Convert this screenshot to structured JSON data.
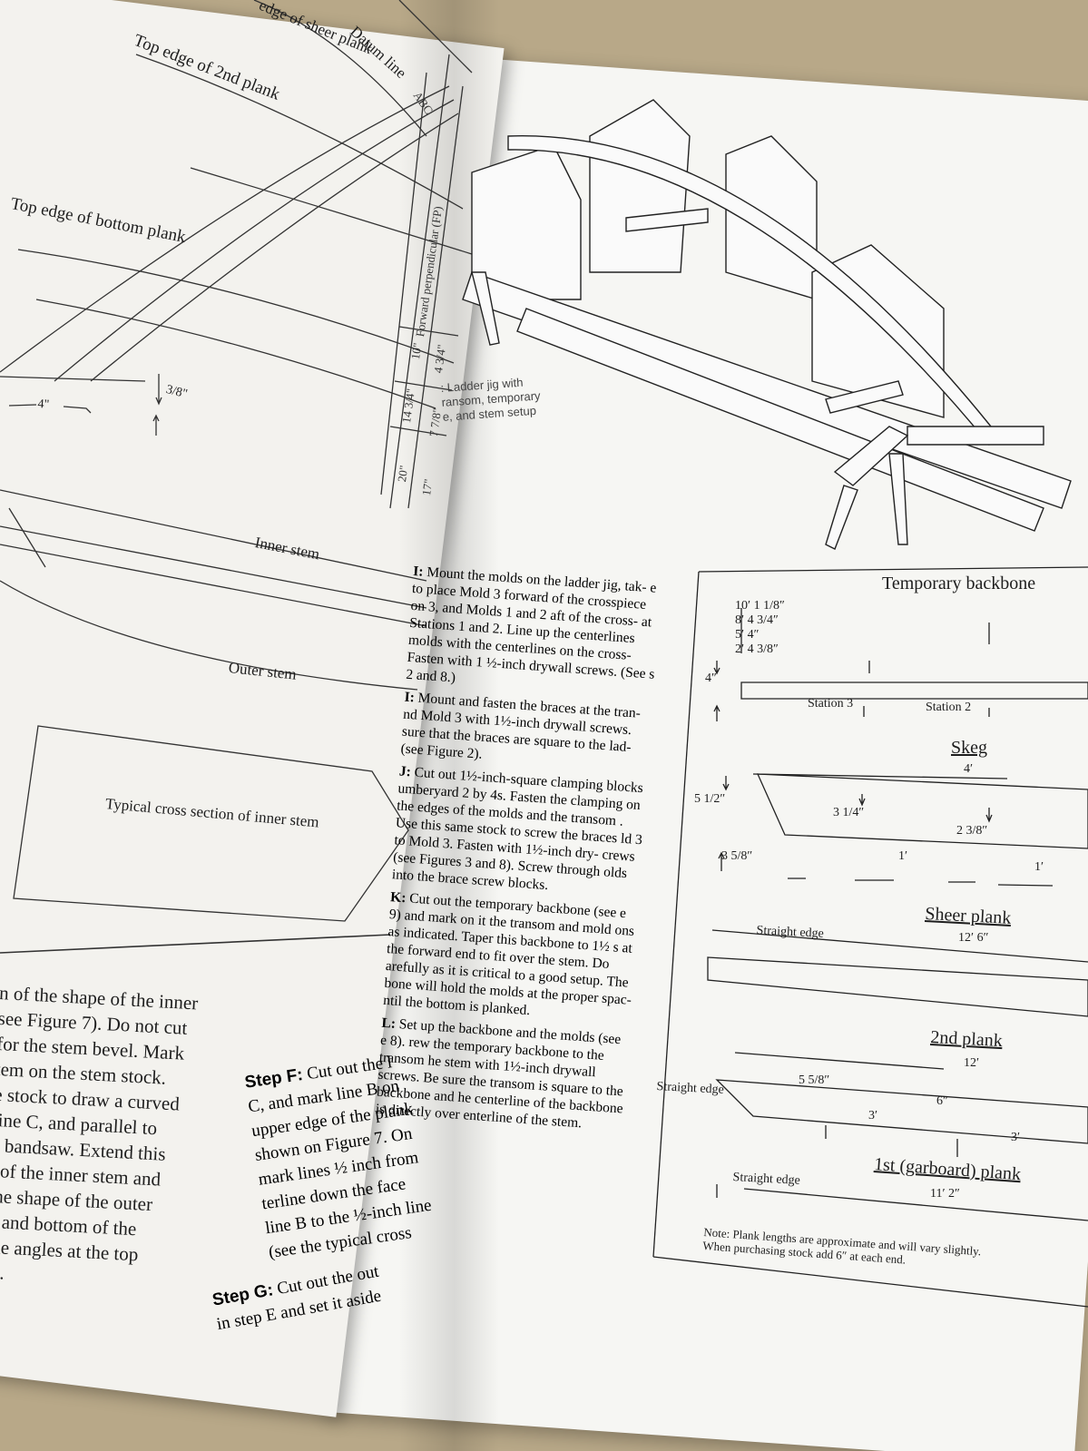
{
  "left_page": {
    "diagram_labels": {
      "sheer_edge": "edge of sheer plank",
      "datum": "Datum line",
      "top_2nd": "Top edge of 2nd plank",
      "top_bottom": "Top edge of bottom plank",
      "forward_perp": "Forward perpendicular (FP)",
      "abc": "ABC",
      "dim_3_8": "3/8\"",
      "dim_4": "4\"",
      "inner_stem": "Inner stem",
      "outer_stem": "Outer stem",
      "cross_section": "Typical cross section of inner stem"
    },
    "table_values": [
      "10\"",
      "14 3/4\"",
      "20\"",
      "4 3/4\"",
      "7 7/8\"",
      "17\""
    ],
    "body_lines": [
      "n of the shape of the inner",
      "see Figure 7). Do not cut",
      "for the stem bevel. Mark",
      "tem on the stem stock.",
      "e stock to draw a curved",
      "line C, and parallel to",
      "e bandsaw. Extend this",
      "l of the inner stem and",
      "the shape of the outer",
      "p and bottom of the",
      "the angles at the top",
      "m."
    ],
    "step_f_label": "Step F:",
    "step_f_lines": [
      "Cut out the l",
      "C, and mark line B on",
      "upper edge of the plank",
      "shown on Figure 7. On",
      "mark lines ½ inch from",
      "terline down the face",
      "line B to the ½-inch line",
      "(see the typical cross"
    ],
    "step_g_label": "Step G:",
    "step_g_lines": [
      "Cut out the out",
      "in step E and set it aside"
    ]
  },
  "right_page": {
    "caption": ": Ladder jig with\nransom, temporary\ne, and stem setup",
    "paragraphs": [
      {
        "label": "I:",
        "text": "Mount the molds on the ladder jig, tak- e to place Mold 3 forward of the crosspiece on 3, and Molds 1 and 2 aft of the cross- at Stations 1 and 2. Line up the centerlines molds with the centerlines on the cross- Fasten with 1 ½-inch drywall screws. (See s 2 and 8.)"
      },
      {
        "label": "I:",
        "text": "Mount and fasten the braces at the tran- nd Mold 3 with 1½-inch drywall screws. sure that the braces are square to the lad- (see Figure 2)."
      },
      {
        "label": "J:",
        "text": "Cut out 1½-inch-square clamping blocks umberyard 2 by 4s. Fasten the clamping on the edges of the molds and the transom . Use this same stock to screw the braces ld 3 to Mold 3. Fasten with 1½-inch dry- crews (see Figures 3 and 8). Screw through olds into the brace screw blocks."
      },
      {
        "label": "K:",
        "text": "Cut out the temporary backbone (see e 9) and mark on it the transom and mold ons as indicated. Taper this backbone to 1½ s at the forward end to fit over the stem. Do arefully as it is critical to a good setup. The bone will hold the molds at the proper spac- ntil the bottom is planked."
      },
      {
        "label": "L:",
        "text": "Set up the backbone and the molds (see e 8). rew the temporary backbone to the transom he stem with 1½-inch drywall screws. Be sure the transom is square to the backbone and he centerline of the backbone is directly over enterline of the stem."
      }
    ],
    "figure": {
      "temporary_backbone": "Temporary backbone",
      "tb_dims": [
        "10′ 1 1/8″",
        "8′ 4 3/4″",
        "5′ 4″",
        "2′ 4 3/8″"
      ],
      "tb_height": "4″",
      "station3": "Station 3",
      "station2": "Station 2",
      "skeg": "Skeg",
      "skeg_len": "4′",
      "skeg_h1": "5 1/2″",
      "skeg_h2": "3 1/4″",
      "skeg_h3": "2 3/8″",
      "skeg_w": "3 5/8″",
      "skeg_sp1": "1′",
      "skeg_sp2": "1′",
      "sheer_plank": "Sheer plank",
      "sheer_len": "12′ 6″",
      "straight_edge": "Straight edge",
      "second_plank": "2nd plank",
      "second_len": "12′",
      "second_h1": "5 5/8″",
      "second_h2": "6″",
      "second_sp1": "3′",
      "second_sp2": "3′",
      "garboard": "1st (garboard) plank",
      "garboard_len": "11′ 2″",
      "note": "Note: Plank lengths are approximate and will vary slightly.\nWhen purchasing stock add 6″ at each end."
    }
  }
}
